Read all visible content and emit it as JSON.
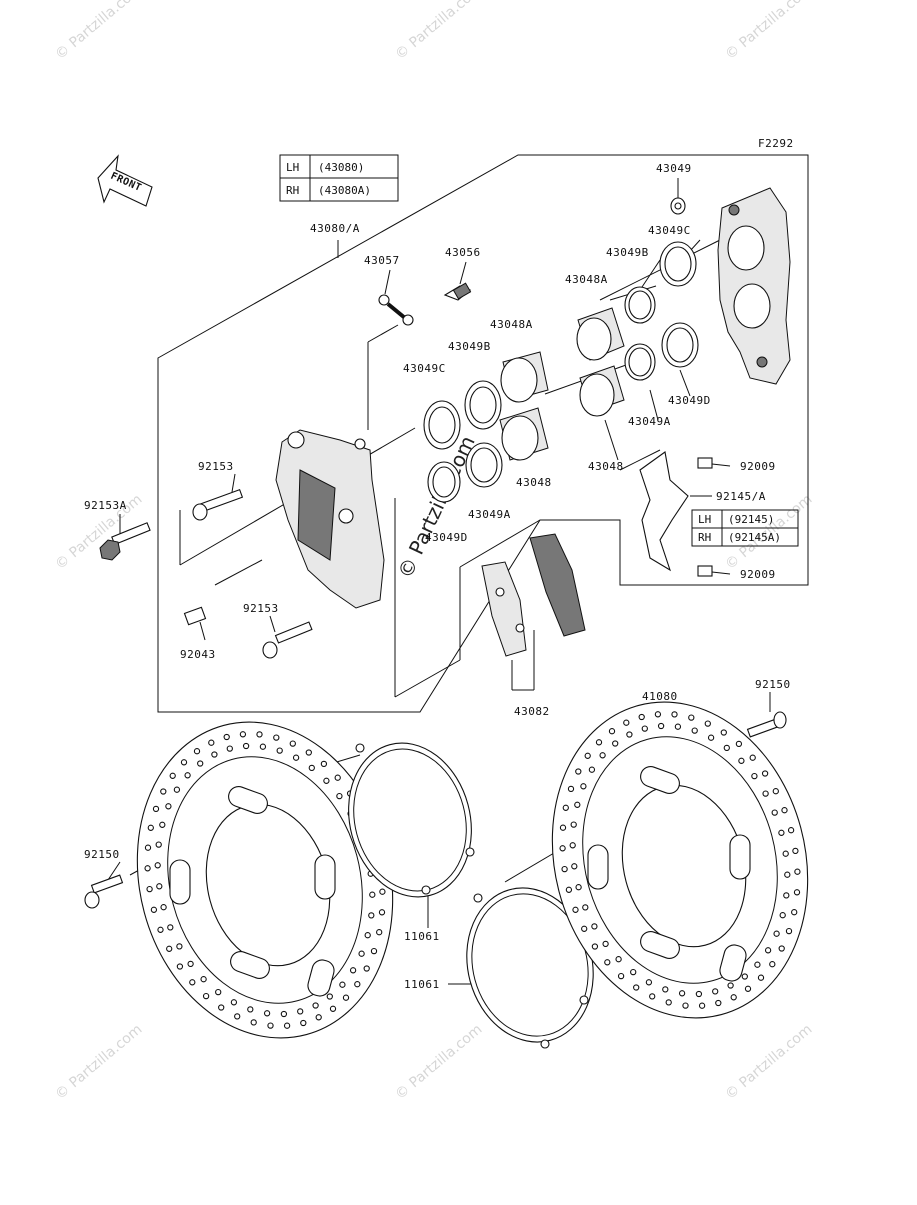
{
  "diagram": {
    "figure_code": "F2292",
    "front_label": "FRONT",
    "watermark": "© Partzilla.com",
    "table_caliper": {
      "rows": [
        {
          "side": "LH",
          "code": "(43080)"
        },
        {
          "side": "RH",
          "code": "(43080A)"
        }
      ]
    },
    "table_bracket": {
      "rows": [
        {
          "side": "LH",
          "code": "(92145)"
        },
        {
          "side": "RH",
          "code": "(92145A)"
        }
      ]
    },
    "labels": {
      "caliper_assy": "43080/A",
      "seal_top": "43049",
      "seal_c_right": "43049C",
      "seal_b_right": "43049B",
      "piston_a_right": "43048A",
      "piston_right": "43048",
      "seal_a_right": "43049A",
      "seal_d_right": "43049D",
      "bleeder": "43056",
      "link": "43057",
      "piston_a_left": "43048A",
      "seal_b_left": "43049B",
      "seal_c_left": "43049C",
      "piston_left": "43048",
      "seal_a_left": "43049A",
      "seal_d_left": "43049D",
      "bolt_upper": "92153",
      "bolt_a": "92153A",
      "bolt_lower": "92153",
      "plug": "92043",
      "pads": "43082",
      "screw_top": "92009",
      "bracket": "92145/A",
      "screw_bottom": "92009",
      "disc_left": "41080",
      "disc_right": "41080",
      "disc_bolt_right": "92150",
      "disc_bolt_left": "92150",
      "shim_upper": "11061",
      "shim_lower": "11061"
    }
  }
}
